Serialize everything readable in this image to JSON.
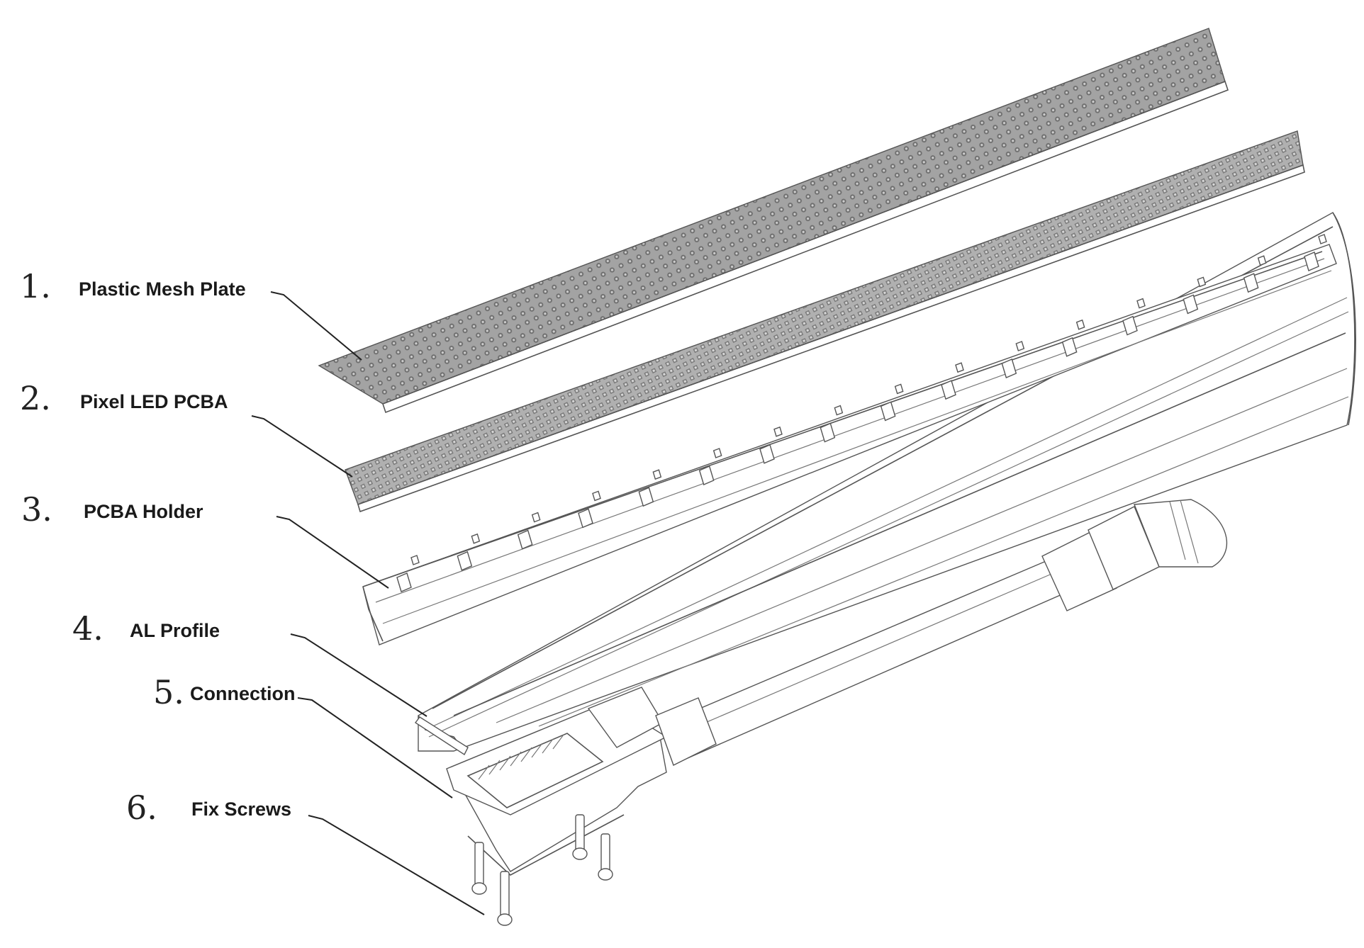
{
  "labels": [
    {
      "num": "1.",
      "text": "Plastic Mesh Plate"
    },
    {
      "num": "2.",
      "text": "Pixel LED PCBA"
    },
    {
      "num": "3.",
      "text": "PCBA Holder"
    },
    {
      "num": "4.",
      "text": "AL  Profile"
    },
    {
      "num": "5.",
      "text": "Connection"
    },
    {
      "num": "6.",
      "text": "Fix Screws"
    }
  ],
  "colors": {
    "mesh_fill": "#9a9a9a",
    "mesh_dots": "#6d6d6d",
    "pcba_fill": "#a4a4a4",
    "line": "#222222"
  }
}
